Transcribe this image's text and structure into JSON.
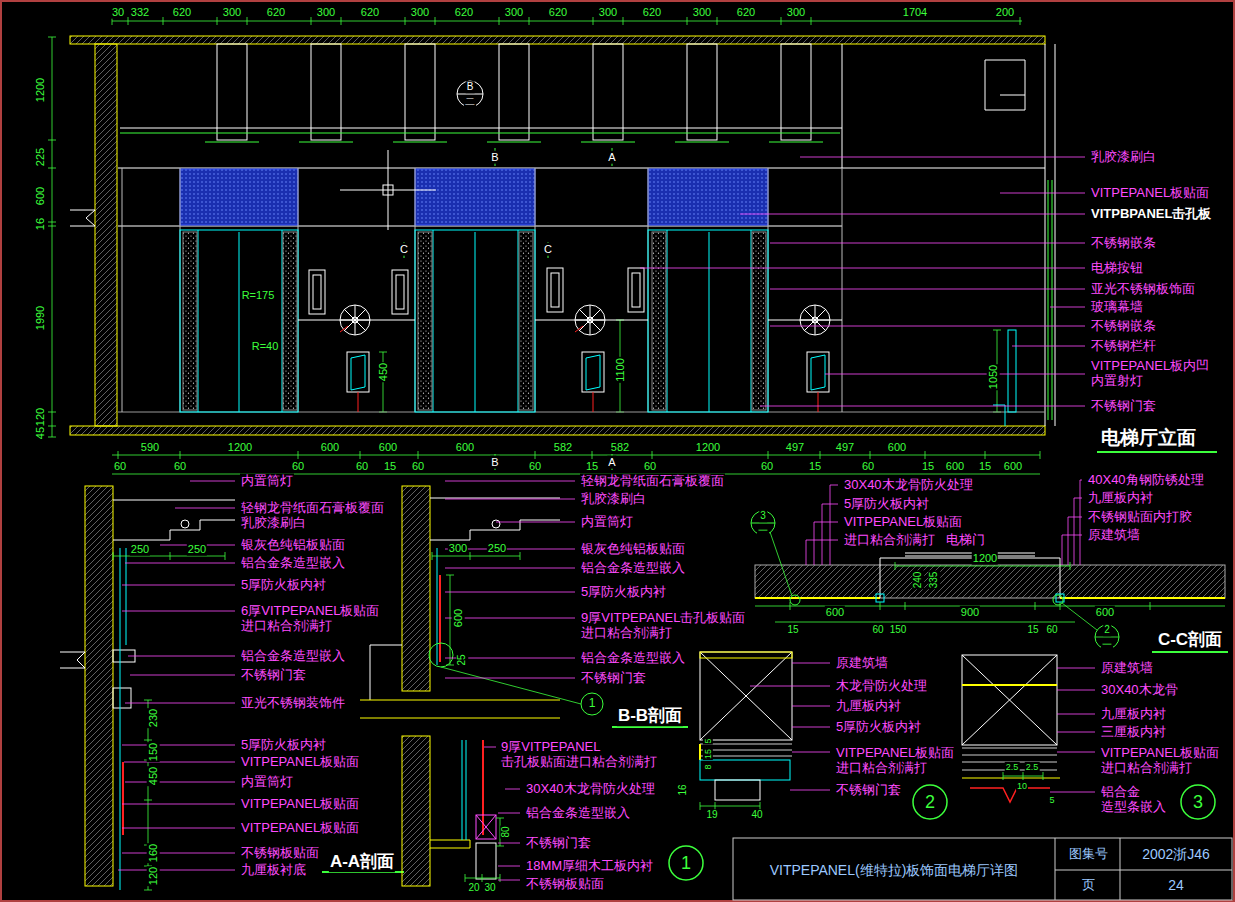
{
  "diagram": {
    "labels": [
      "30",
      "332",
      "620",
      "300",
      "620",
      "300",
      "620",
      "300",
      "620",
      "300",
      "620",
      "300",
      "620",
      "300",
      "620",
      "300",
      "1704",
      "200",
      "1200",
      "225",
      "600",
      "16",
      "1990",
      "120",
      "45",
      "590",
      "1200",
      "600",
      "600",
      "600",
      "582",
      "582",
      "1200",
      "497",
      "497",
      "600",
      "60",
      "60",
      "60",
      "60",
      "15",
      "60",
      "60",
      "15",
      "60",
      "60",
      "15",
      "60",
      "15",
      "600",
      "15",
      "600",
      "B",
      "A",
      "B",
      "A",
      "C",
      "C",
      "B",
      "二",
      "R=175",
      "R=40",
      "450",
      "1100",
      "1050",
      "乳胶漆刷白",
      "VITPEPANEL板贴面",
      "VITPBPANEL击孔板",
      "不锈钢嵌条",
      "电梯按钮",
      "亚光不锈钢板饰面",
      "玻璃幕墙",
      "不锈钢嵌条",
      "不锈钢栏杆",
      "VITPEPANEL板内凹 内置射灯",
      "不锈钢门套",
      "电梯厅立面",
      "内置筒灯",
      "轻钢龙骨纸面石膏板覆面 乳胶漆刷白",
      "250",
      "250",
      "银灰色纯铝板贴面",
      "铝合金条造型嵌入",
      "5厚防火板内衬",
      "6厚VITPEPANEL板贴面 进口粘合剂满打",
      "铝合金条造型嵌入",
      "不锈钢门套",
      "亚光不锈钢装饰件",
      "5厚防火板内衬",
      "VITPEPANEL板贴面",
      "内置筒灯",
      "VITPEPANEL板贴面",
      "VITPEPANEL板贴面",
      "不锈钢板贴面",
      "九厘板衬底",
      "230",
      "150",
      "450",
      "160",
      "120",
      "A-A剖面",
      "轻钢龙骨纸面石膏板覆面",
      "乳胶漆刷白",
      "内置筒灯",
      "300",
      "250",
      "银灰色纯铝板贴面",
      "铝合金条造型嵌入",
      "5厚防火板内衬",
      "600",
      "9厚VITPEPANEL击孔板贴面 进口粘合剂满打",
      "铝合金条造型嵌入",
      "不锈钢门套",
      "25",
      "1",
      "B-B剖面",
      "9厚VITPEPANEL 击孔板贴面进口粘合剂满打",
      "30X40木龙骨防火处理",
      "铝合金条造型嵌入",
      "不锈钢门套",
      "18MM厚细木工板内衬",
      "不锈钢板贴面",
      "80",
      "20",
      "30",
      "1",
      "30X40木龙骨防火处理",
      "5厚防火板内衬",
      "VITPEPANEL板贴面",
      "进口粘合剂满打",
      "电梯门",
      "1200",
      "240",
      "335",
      "600",
      "900",
      "600",
      "15",
      "60",
      "150",
      "15",
      "60",
      "3",
      "一",
      "2",
      "一",
      "40X40角钢防锈处理",
      "九厘板内衬",
      "不锈钢贴面内打胶",
      "原建筑墙",
      "C-C剖面",
      "原建筑墙",
      "木龙骨防火处理",
      "九厘板内衬",
      "5厚防火板内衬",
      "VITPEPANEL板贴面 进口粘合剂满打",
      "不锈钢门套",
      "5",
      "15",
      "8",
      "16",
      "19",
      "40",
      "2",
      "原建筑墙",
      "30X40木龙骨",
      "九厘板内衬",
      "三厘板内衬",
      "VITPEPANEL板贴面 进口粘合剂满打",
      "铝合金 造型条嵌入",
      "2.5",
      "2.5",
      "10",
      "5",
      "3",
      "VITPEPANEL(维特拉)板饰面电梯厅详图",
      "图集号",
      "2002浙J46",
      "页",
      "24"
    ]
  }
}
